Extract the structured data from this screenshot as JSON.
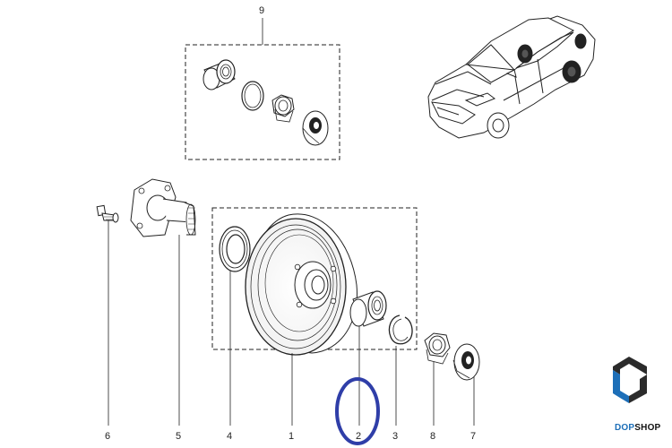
{
  "diagram": {
    "callouts": {
      "c1": "1",
      "c2": "2",
      "c3": "3",
      "c4": "4",
      "c5": "5",
      "c6": "6",
      "c7": "7",
      "c8": "8",
      "c9": "9"
    },
    "highlight_color": "#2f3ea8",
    "line_color": "#222222"
  },
  "brand": {
    "prefix": "DOP",
    "suffix": "SHOP",
    "accent_color": "#1d6fb8"
  }
}
